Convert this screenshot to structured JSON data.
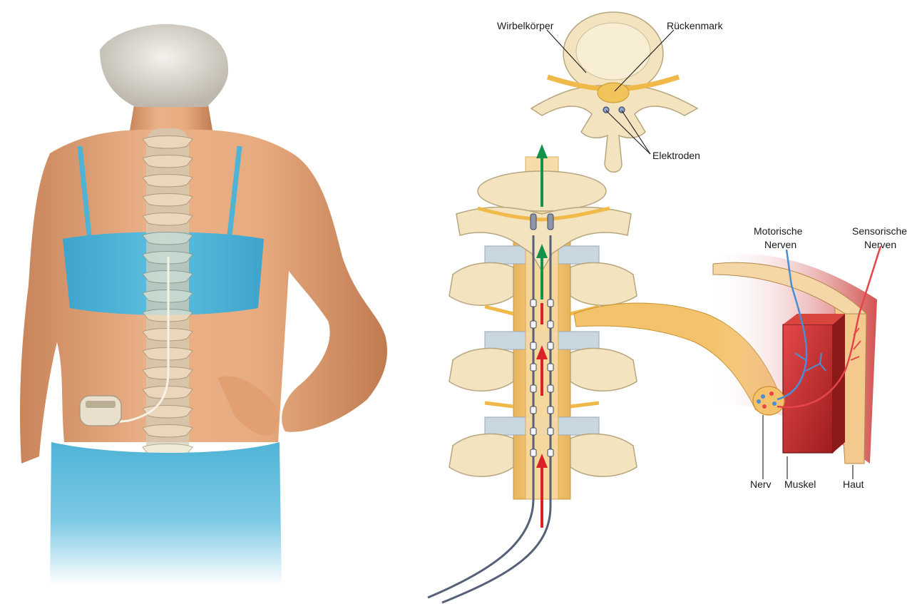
{
  "labels": {
    "vertebral_body": "Wirbelkörper",
    "spinal_cord": "Rückenmark",
    "electrodes": "Elektroden",
    "motor_nerves_line1": "Motorische",
    "motor_nerves_line2": "Nerven",
    "sensory_nerves_line1": "Sensorische",
    "sensory_nerves_line2": "Nerven",
    "nerve": "Nerv",
    "muscle": "Muskel",
    "skin": "Haut"
  },
  "colors": {
    "skin_tone": "#e6a77a",
    "garment": "#4fb3d6",
    "bone": "#f3e4bf",
    "nerve": "#f0b94a",
    "muscle": "#b82a25",
    "sensory_nerve": "#e6454a",
    "motor_nerve": "#4a8fd6",
    "ascending_arrow": "#14914a",
    "ascending_signal": "#d8232a",
    "lead_wire": "#566078"
  }
}
